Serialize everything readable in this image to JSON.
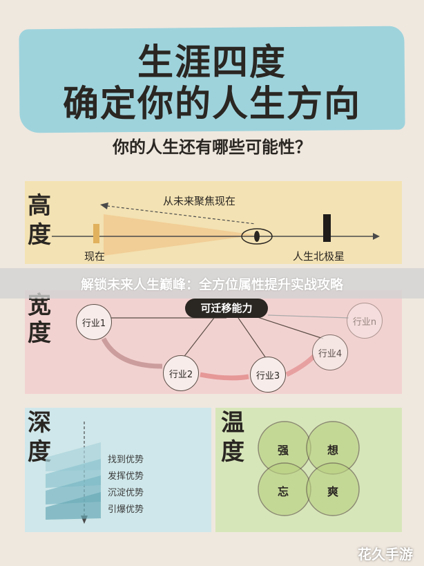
{
  "title": {
    "line1": "生涯四度",
    "line2": "确定你的人生方向",
    "subtitle": "你的人生还有哪些可能性？"
  },
  "banner": {
    "text": "解锁未来人生巅峰：全方位属性提升实战攻略"
  },
  "gao": {
    "label_top": "高",
    "label_bottom": "度",
    "arrow_text": "从未来聚焦现在",
    "now_label": "现在",
    "star_label": "人生北极星"
  },
  "kuan": {
    "label_top": "宽",
    "label_bottom": "度",
    "skill_pill": "可迁移能力",
    "industries": [
      "行业1",
      "行业2",
      "行业3",
      "行业4",
      "行业n"
    ]
  },
  "shen": {
    "label_top": "深",
    "label_bottom": "度",
    "layers": [
      "找到优势",
      "发挥优势",
      "沉淀优势",
      "引爆优势"
    ]
  },
  "wen": {
    "label_top": "温",
    "label_bottom": "度",
    "quadrants": [
      "强",
      "想",
      "忘",
      "爽"
    ]
  },
  "watermark": "花久手游",
  "colors": {
    "title_bg": "#9ed3dc",
    "gao_bg": "#f3e2b3",
    "kuan_bg": "#f2cfcf",
    "shen_bg": "#cfe7ea",
    "wen_bg": "#d7e6b9"
  }
}
